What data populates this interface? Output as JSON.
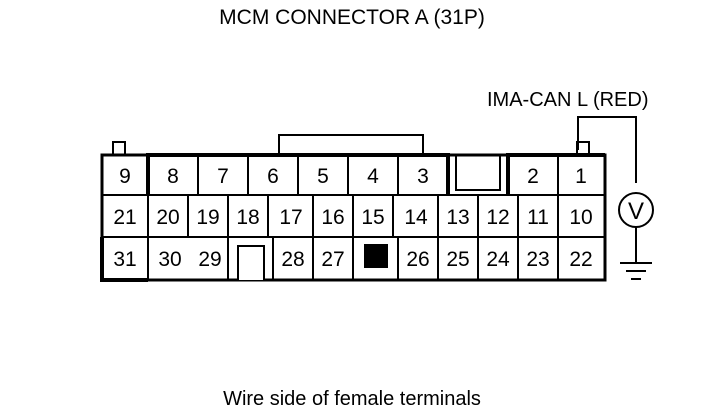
{
  "title": "MCM CONNECTOR A (31P)",
  "probe_label": "IMA-CAN L (RED)",
  "meter_symbol": "V",
  "caption": "Wire side of female terminals",
  "connector": {
    "row1": [
      "9",
      "8",
      "7",
      "6",
      "5",
      "4",
      "3",
      "2",
      "1"
    ],
    "row2": [
      "21",
      "20",
      "19",
      "18",
      "17",
      "16",
      "15",
      "14",
      "13",
      "12",
      "11",
      "10"
    ],
    "row3": [
      "31",
      "30",
      "29",
      "28",
      "27",
      "26",
      "25",
      "24",
      "23",
      "22"
    ]
  },
  "colors": {
    "line": "#000000",
    "background": "#ffffff"
  }
}
